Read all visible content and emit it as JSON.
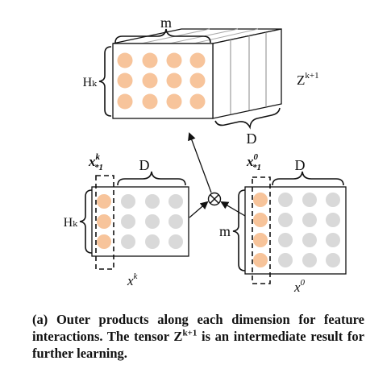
{
  "diagram": {
    "tensor": {
      "width_label": "m",
      "height_label": "Hₖ",
      "depth_label": "D",
      "name": "Z",
      "name_sup": "k+1"
    },
    "left_matrix": {
      "column_label": "x",
      "column_sup": "k",
      "column_sub": "*1",
      "width_label": "D",
      "height_label": "Hₖ",
      "name": "x",
      "name_sup": "k"
    },
    "right_matrix": {
      "column_label": "x",
      "column_sup": "0",
      "column_sub": "*1",
      "width_label": "D",
      "height_label": "m",
      "name": "x",
      "name_sup": "0"
    },
    "operator_symbol": "⊗",
    "colors": {
      "highlight": "#f7c49b",
      "neutral": "#d9d9d9",
      "stroke": "#111111"
    }
  },
  "caption": {
    "part1": "(a) Outer products along each dimension for feature interactions. The tensor Z",
    "sup": "k+1",
    "part2": " is an intermediate result for further learning."
  }
}
